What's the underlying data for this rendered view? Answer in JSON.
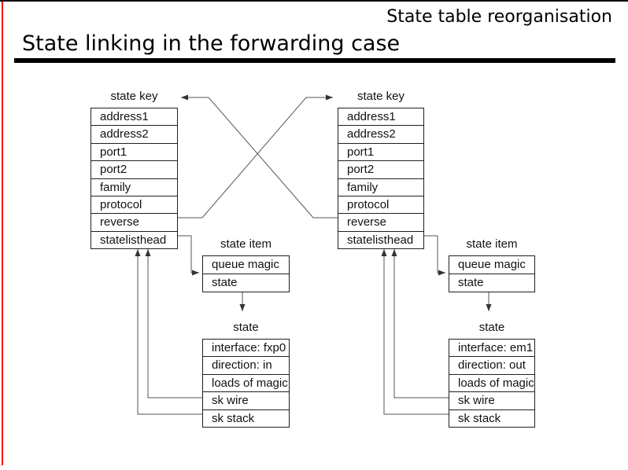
{
  "slide": {
    "header": "State table reorganisation",
    "title": "State linking in the forwarding case"
  },
  "colors": {
    "accent_red": "#ff0000",
    "line": "#444444",
    "border": "#1f1f1f",
    "background": "#ffffff"
  },
  "diagram": {
    "left_key": {
      "label": "state key",
      "rows": [
        "address1",
        "address2",
        "port1",
        "port2",
        "family",
        "protocol",
        "reverse",
        "statelisthead"
      ]
    },
    "right_key": {
      "label": "state key",
      "rows": [
        "address1",
        "address2",
        "port1",
        "port2",
        "family",
        "protocol",
        "reverse",
        "statelisthead"
      ]
    },
    "left_item": {
      "label": "state item",
      "rows": [
        "queue magic",
        "state"
      ]
    },
    "right_item": {
      "label": "state item",
      "rows": [
        "queue magic",
        "state"
      ]
    },
    "left_state": {
      "label": "state",
      "rows": [
        "interface: fxp0",
        "direction: in",
        "loads of magic",
        "sk wire",
        "sk stack"
      ]
    },
    "right_state": {
      "label": "state",
      "rows": [
        "interface: em1",
        "direction: out",
        "loads of magic",
        "sk wire",
        "sk stack"
      ]
    }
  }
}
